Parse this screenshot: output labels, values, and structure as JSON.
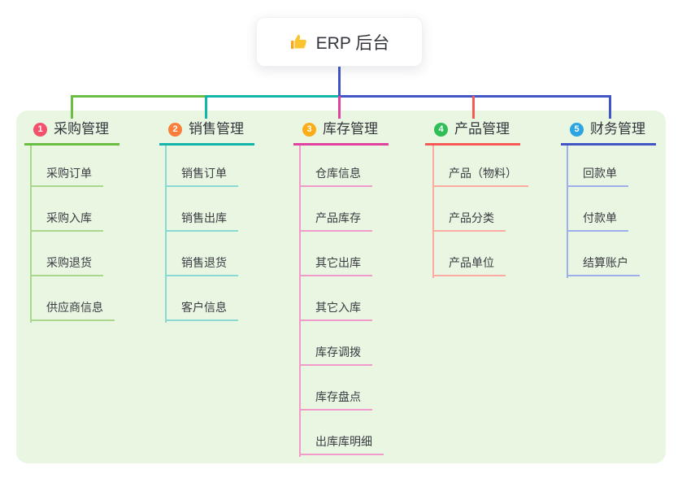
{
  "root": {
    "title": "ERP 后台",
    "icon": "thumbs-up",
    "connector_color": "#4156c6"
  },
  "canvas": {
    "panel_bg": "#e8f6e2",
    "page_bg": "#ffffff"
  },
  "branches": [
    {
      "badge": "1",
      "label": "采购管理",
      "badge_color": "#f4516c",
      "line_color": "#6bbe44",
      "leaf_line_color": "#abd78d",
      "items": [
        "采购订单",
        "采购入库",
        "采购退货",
        "供应商信息"
      ]
    },
    {
      "badge": "2",
      "label": "销售管理",
      "badge_color": "#fb7e3b",
      "line_color": "#13b5ab",
      "leaf_line_color": "#8ad9d2",
      "items": [
        "销售订单",
        "销售出库",
        "销售退货",
        "客户信息"
      ]
    },
    {
      "badge": "3",
      "label": "库存管理",
      "badge_color": "#fbac18",
      "line_color": "#e2429f",
      "leaf_line_color": "#f19bcb",
      "items": [
        "仓库信息",
        "产品库存",
        "其它出库",
        "其它入库",
        "库存调拨",
        "库存盘点",
        "出库库明细"
      ]
    },
    {
      "badge": "4",
      "label": "产品管理",
      "badge_color": "#2fbe57",
      "line_color": "#f75a55",
      "leaf_line_color": "#fcaaa2",
      "items": [
        "产品（物料）",
        "产品分类",
        "产品单位"
      ]
    },
    {
      "badge": "5",
      "label": "财务管理",
      "badge_color": "#2ba6e2",
      "line_color": "#4156c6",
      "leaf_line_color": "#9eb0ea",
      "items": [
        "回款单",
        "付款单",
        "结算账户"
      ]
    }
  ]
}
